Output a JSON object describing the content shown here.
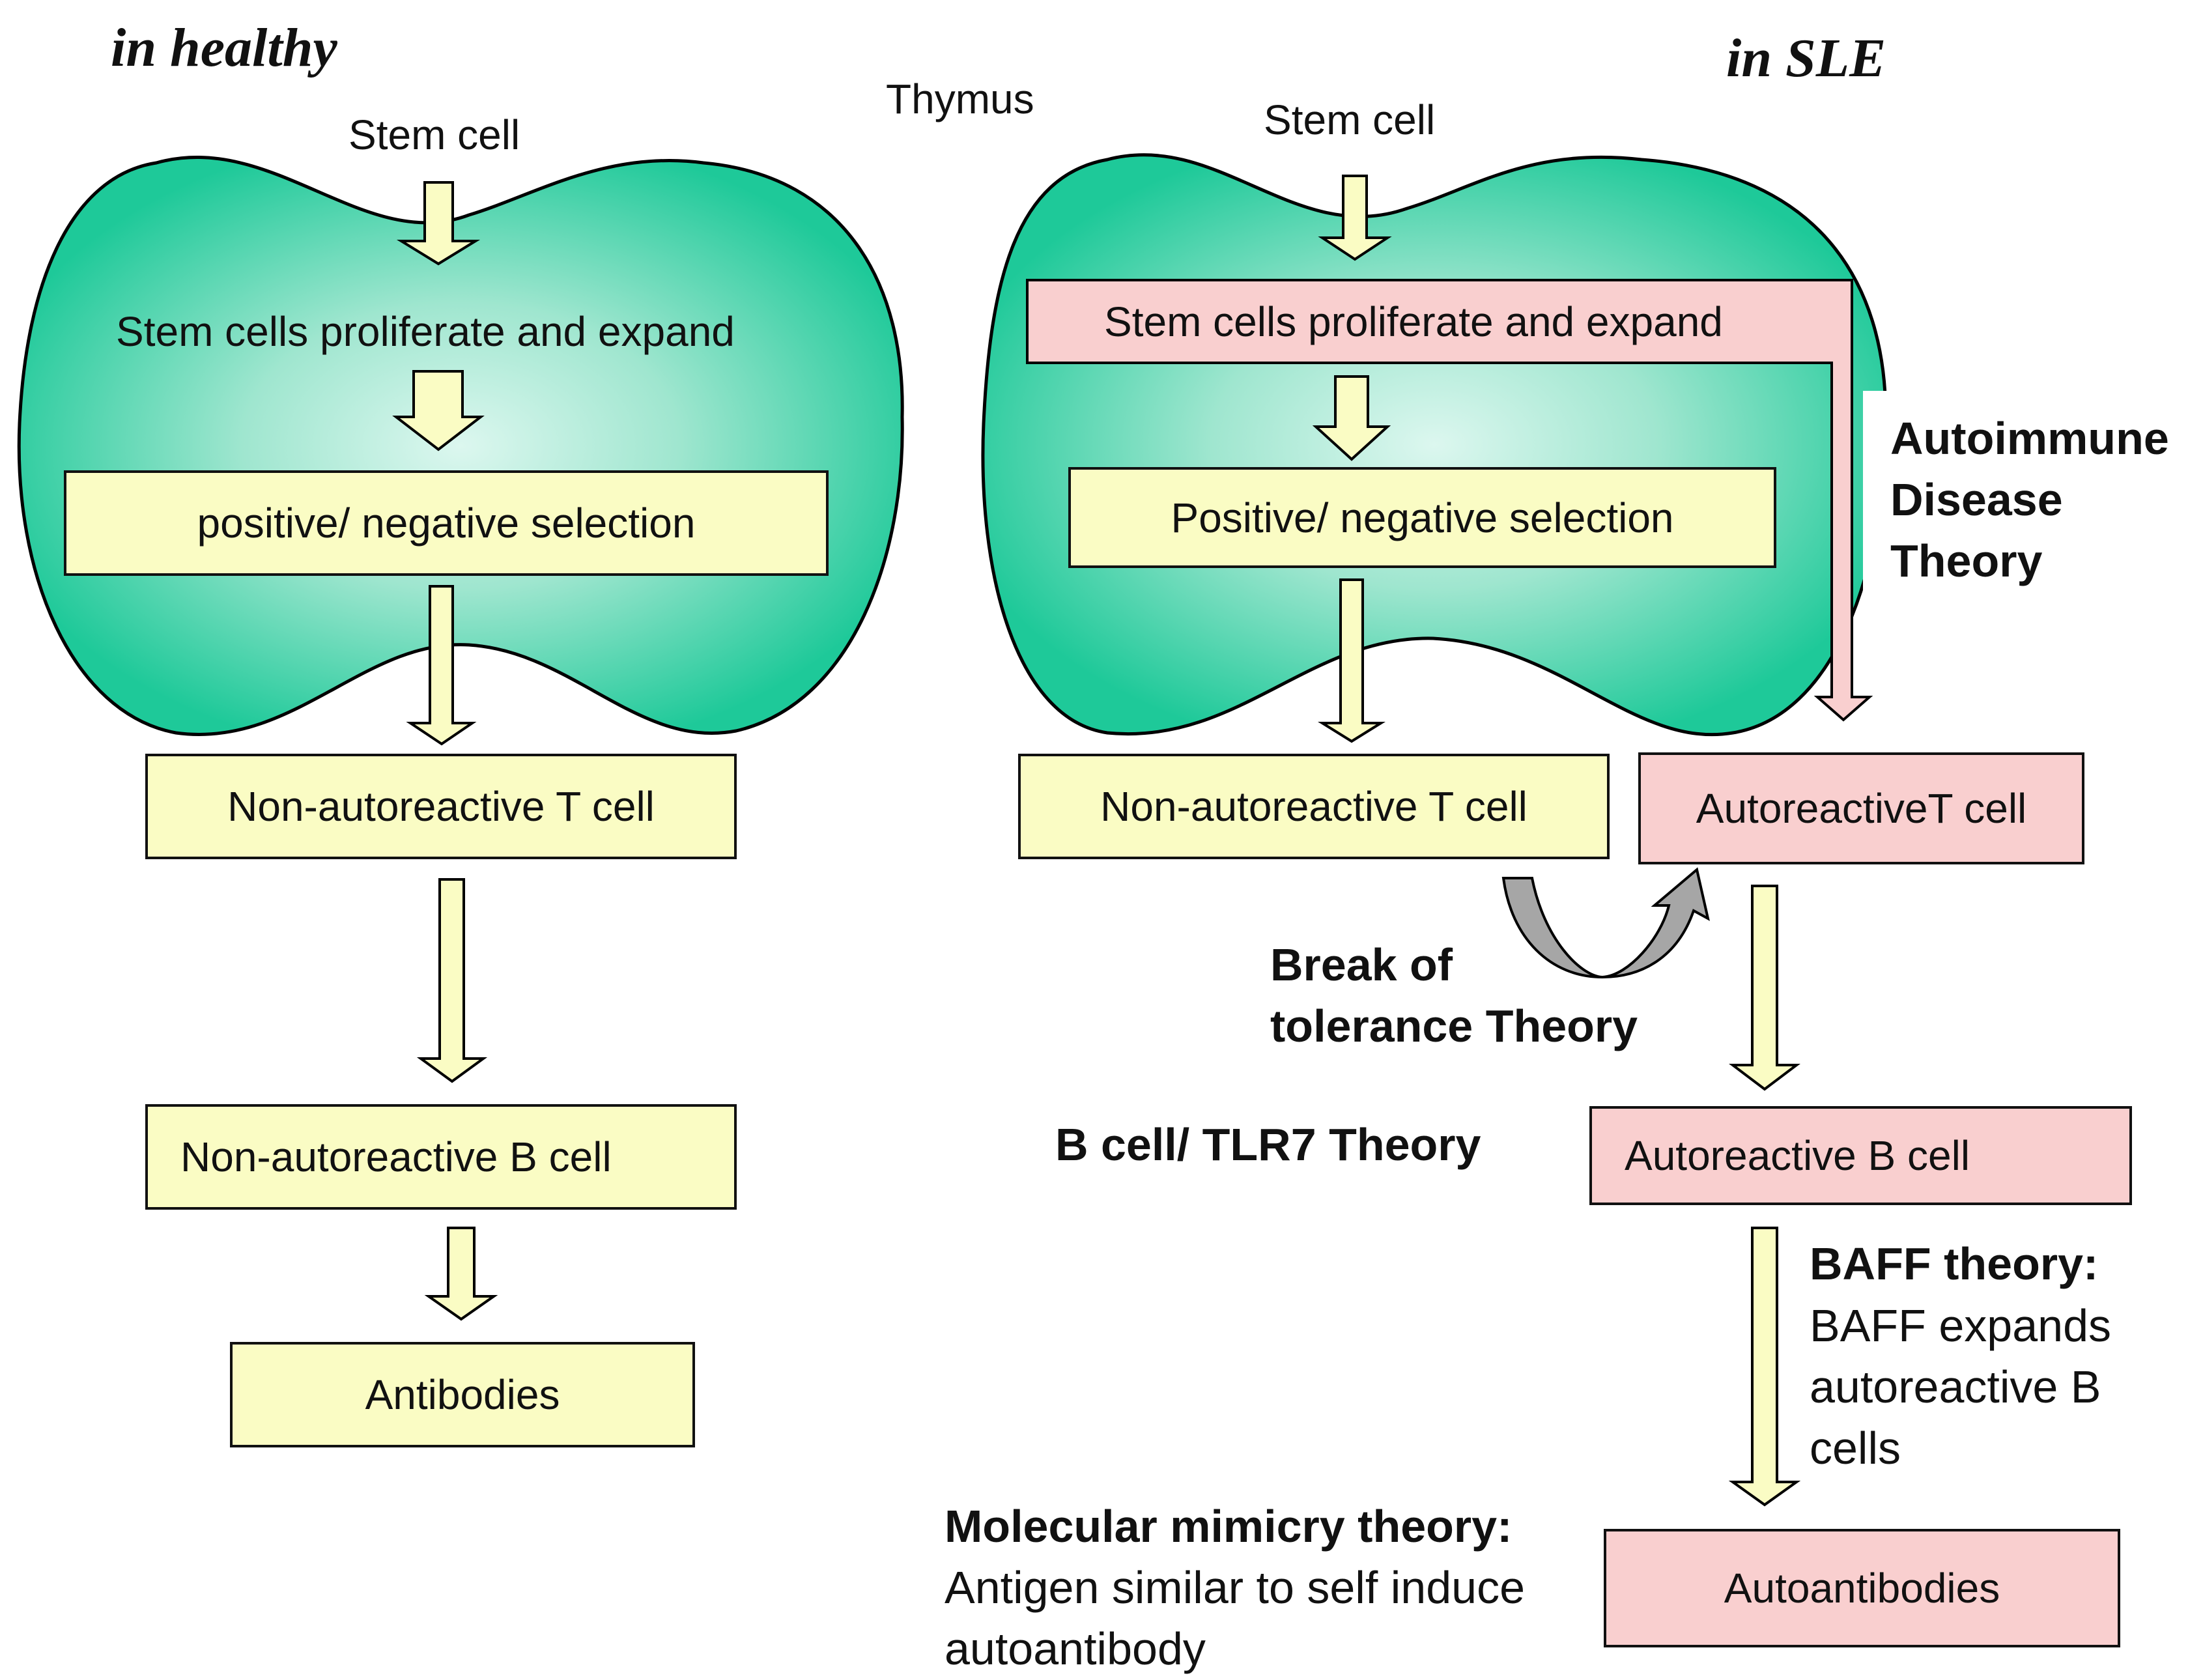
{
  "headers": {
    "healthy": "in healthy",
    "sle": "in SLE",
    "thymus": "Thymus"
  },
  "healthy": {
    "stem_cell": "Stem cell",
    "proliferate": "Stem cells proliferate and expand",
    "selection": "positive/ negative selection",
    "t_cell": "Non-autoreactive T cell",
    "b_cell": "Non-autoreactive B cell",
    "antibodies": "Antibodies"
  },
  "sle": {
    "stem_cell": "Stem cell",
    "proliferate": "Stem cells proliferate and expand",
    "selection": "Positive/ negative selection",
    "nonauto_t_cell": "Non-autoreactive T cell",
    "auto_t_cell": "AutoreactiveT cell",
    "auto_b_cell": "Autoreactive B cell",
    "autoantibodies": "Autoantibodies"
  },
  "theories": {
    "autoimmune": [
      "Autoimmune",
      "Disease",
      "Theory"
    ],
    "break_tolerance": [
      "Break of",
      "tolerance Theory"
    ],
    "b_cell_tlr7": "B cell/ TLR7 Theory",
    "baff_title": "BAFF theory:",
    "baff_body": [
      "BAFF expands",
      "autoreactive B",
      "cells"
    ],
    "mimicry_title": "Molecular mimicry theory:",
    "mimicry_body": [
      "Antigen similar to self induce",
      "autoantibody"
    ]
  },
  "colors": {
    "thymus_edge": "#1ec999",
    "thymus_center": "#dcf7ef",
    "box_yellow": "#fafcc4",
    "box_pink": "#f9cfcf",
    "arrow_grey": "#a6a6a6"
  }
}
